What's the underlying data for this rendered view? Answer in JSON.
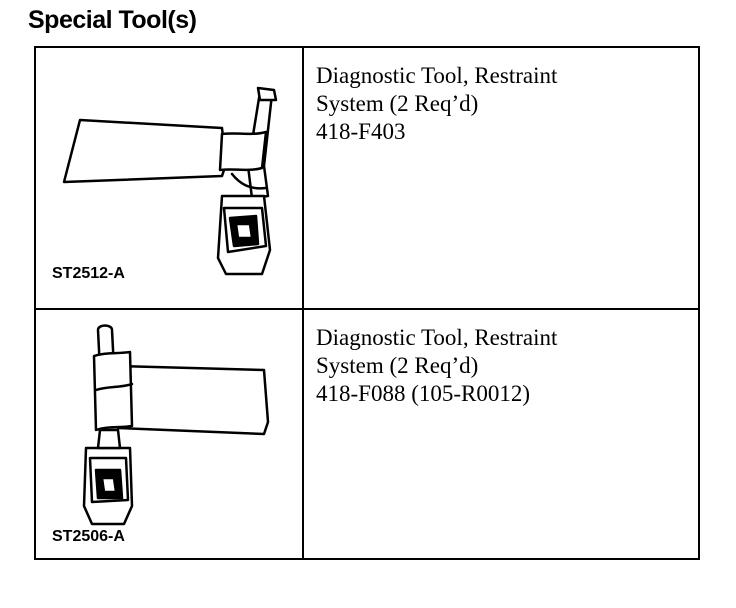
{
  "heading": "Special Tool(s)",
  "tools": [
    {
      "code": "ST2512-A",
      "lines": [
        "Diagnostic Tool, Restraint",
        "System (2 Req’d)",
        "418-F403"
      ]
    },
    {
      "code": "ST2506-A",
      "lines": [
        "Diagnostic Tool, Restraint",
        "System (2 Req’d)",
        "418-F088 (105-R0012)"
      ]
    }
  ]
}
